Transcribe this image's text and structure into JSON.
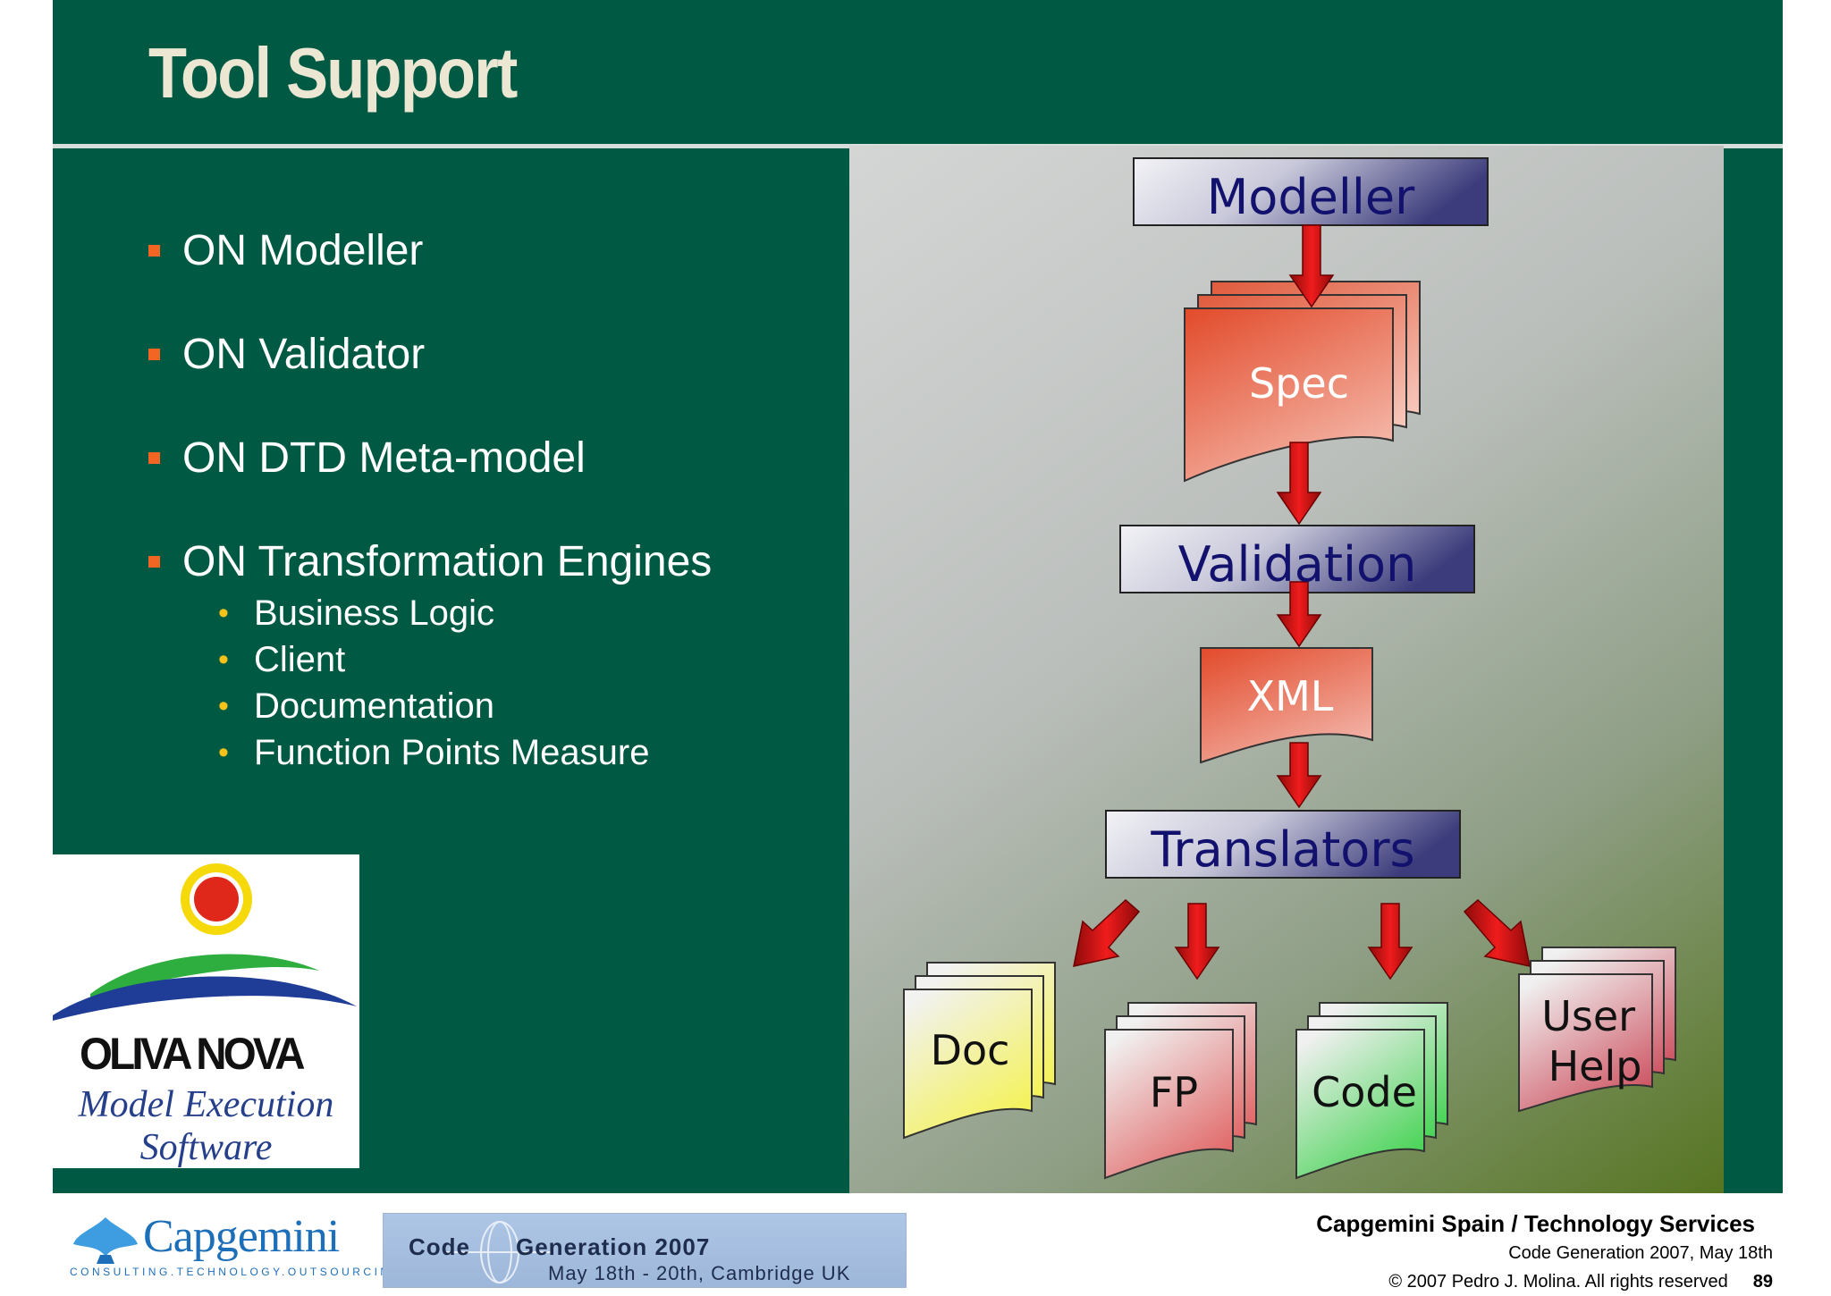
{
  "slide": {
    "title": "Tool Support",
    "bullets": [
      {
        "text": "ON Modeller",
        "sub": []
      },
      {
        "text": "ON Validator",
        "sub": []
      },
      {
        "text": "ON DTD Meta-model",
        "sub": []
      },
      {
        "text": "ON Transformation Engines",
        "sub": [
          "Business Logic",
          "Client",
          "Documentation",
          "Function Points Measure"
        ]
      }
    ]
  },
  "diagram": {
    "stages": [
      "Modeller",
      "Validation",
      "Translators"
    ],
    "artifacts": [
      "Spec",
      "XML"
    ],
    "outputs": [
      {
        "label": "Doc",
        "color": "#f4f24e"
      },
      {
        "label": "FP",
        "color": "#e06060"
      },
      {
        "label": "Code",
        "color": "#3fd24e"
      },
      {
        "label": "User\nHelp",
        "color": "#cc4d5c"
      }
    ],
    "colors": {
      "stage_text": "#12126e",
      "arrow": "#d50d0d",
      "spec": "#e24a2a"
    }
  },
  "logo": {
    "name": "OLIVA NOVA",
    "subtitle_1": "Model Execution",
    "subtitle_2": "Software"
  },
  "footer": {
    "company_logo": "Capgemini",
    "company_tagline": "CONSULTING.TECHNOLOGY.OUTSOURCING",
    "conference_banner_1": "Code",
    "conference_banner_2": "Generation 2007",
    "conference_date": "May 18th - 20th, Cambridge UK",
    "company": "Capgemini Spain / Technology Services",
    "event": "Code Generation 2007, May 18th",
    "copyright": "© 2007 Pedro J. Molina. All rights reserved",
    "page": "89"
  }
}
